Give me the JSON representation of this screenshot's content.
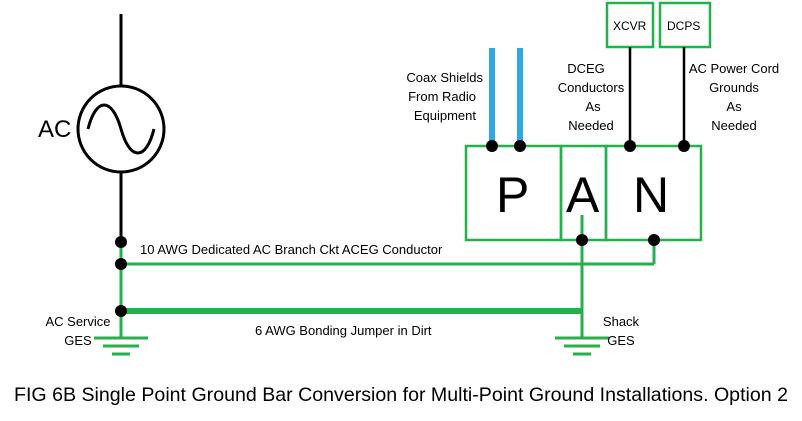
{
  "source": {
    "label": "AC"
  },
  "ground_bar": {
    "letters": [
      "P",
      "A",
      "N"
    ]
  },
  "equipment": {
    "xcvr": "XCVR",
    "dcps": "DCPS"
  },
  "labels": {
    "coax": [
      "Coax Shields",
      "From Radio",
      "Equipment"
    ],
    "dceg": [
      "DCEG",
      "Conductors",
      "As",
      "Needed"
    ],
    "ac_cord": [
      "AC Power Cord",
      "Grounds",
      "As",
      "Needed"
    ],
    "aceg_conductor": "10 AWG Dedicated AC Branch Ckt ACEG Conductor",
    "bonding_jumper": "6 AWG Bonding Jumper in Dirt",
    "ac_service_ges": [
      "AC Service",
      "GES"
    ],
    "shack_ges": [
      "Shack",
      "GES"
    ]
  },
  "caption": "FIG 6B Single Point Ground Bar Conversion for Multi-Point Ground Installations. Option 2",
  "colors": {
    "ground_wire": "#22b14c",
    "coax": "#2ea8e0",
    "line": "#000000"
  }
}
